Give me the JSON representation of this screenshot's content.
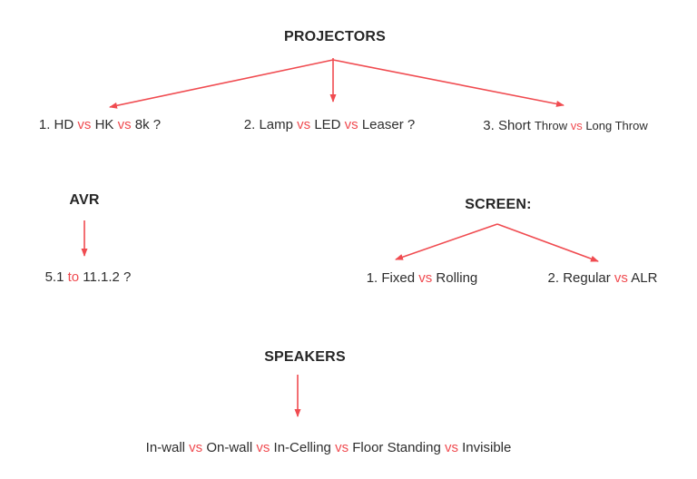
{
  "colors": {
    "ink": "#2d2d2d",
    "red": "#f04b50",
    "arrow": "#f04b50",
    "background": "#ffffff"
  },
  "diagram": {
    "projectors": {
      "title": "PROJECTORS",
      "options": [
        {
          "parts": [
            {
              "text": "1. HD ",
              "color": "ink"
            },
            {
              "text": "vs",
              "color": "red"
            },
            {
              "text": " HK ",
              "color": "ink"
            },
            {
              "text": "vs",
              "color": "red"
            },
            {
              "text": " 8k ?",
              "color": "ink"
            }
          ]
        },
        {
          "parts": [
            {
              "text": "2. Lamp ",
              "color": "ink"
            },
            {
              "text": "vs",
              "color": "red"
            },
            {
              "text": " LED ",
              "color": "ink"
            },
            {
              "text": "vs",
              "color": "red"
            },
            {
              "text": " Leaser ?",
              "color": "ink"
            }
          ]
        },
        {
          "parts": [
            {
              "text": "3. Short ",
              "color": "ink"
            },
            {
              "text": "Throw ",
              "color": "ink",
              "size": 13
            },
            {
              "text": "vs",
              "color": "red",
              "size": 13
            },
            {
              "text": " Long Throw",
              "color": "ink",
              "size": 13
            }
          ]
        }
      ]
    },
    "avr": {
      "title": "AVR",
      "option": {
        "parts": [
          {
            "text": "5.1 ",
            "color": "ink"
          },
          {
            "text": "to",
            "color": "red"
          },
          {
            "text": " 11.1.2 ?",
            "color": "ink"
          }
        ]
      }
    },
    "screen": {
      "title": "SCREEN:",
      "options": [
        {
          "parts": [
            {
              "text": "1. Fixed ",
              "color": "ink"
            },
            {
              "text": "vs",
              "color": "red"
            },
            {
              "text": " Rolling",
              "color": "ink"
            }
          ]
        },
        {
          "parts": [
            {
              "text": "2. Regular ",
              "color": "ink"
            },
            {
              "text": "vs",
              "color": "red"
            },
            {
              "text": " ALR",
              "color": "ink"
            }
          ]
        }
      ]
    },
    "speakers": {
      "title": "SPEAKERS",
      "option": {
        "parts": [
          {
            "text": "In-wall ",
            "color": "ink"
          },
          {
            "text": "vs",
            "color": "red"
          },
          {
            "text": " On-wall ",
            "color": "ink"
          },
          {
            "text": "vs",
            "color": "red"
          },
          {
            "text": " In-Celling ",
            "color": "ink"
          },
          {
            "text": "vs",
            "color": "red"
          },
          {
            "text": " Floor Standing ",
            "color": "ink"
          },
          {
            "text": "vs",
            "color": "red"
          },
          {
            "text": " Invisible",
            "color": "ink"
          }
        ]
      }
    }
  }
}
